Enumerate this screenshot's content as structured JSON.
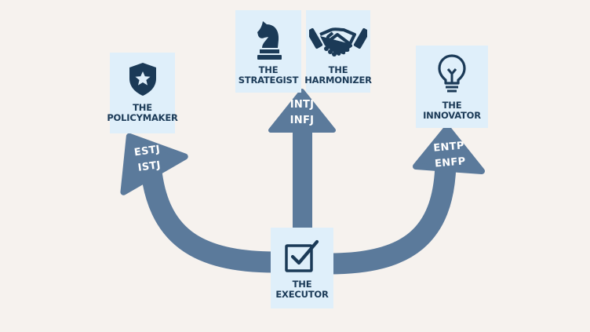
{
  "colors": {
    "background": "#f6f2ee",
    "arrow": "#5b7a9b",
    "box": "#dfeffa",
    "text_dark": "#1b3a57",
    "label_light": "#ffffff"
  },
  "nodes": {
    "policymaker": {
      "title_line1": "THE",
      "title_line2": "POLICYMAKER",
      "icon": "shield-star-icon"
    },
    "strategist": {
      "title_line1": "THE",
      "title_line2": "STRATEGIST",
      "icon": "chess-knight-icon"
    },
    "harmonizer": {
      "title_line1": "THE",
      "title_line2": "HARMONIZER",
      "icon": "handshake-icon"
    },
    "innovator": {
      "title_line1": "THE",
      "title_line2": "INNOVATOR",
      "icon": "lightbulb-icon"
    },
    "executor": {
      "title_line1": "THE",
      "title_line2": "EXECUTOR",
      "icon": "checkbox-checked-icon"
    }
  },
  "arrows": {
    "left": {
      "line1": "ESTJ",
      "line2": "ISTJ"
    },
    "center": {
      "line1": "INTJ",
      "line2": "INFJ"
    },
    "right": {
      "line1": "ENTP",
      "line2": "ENFP"
    }
  }
}
